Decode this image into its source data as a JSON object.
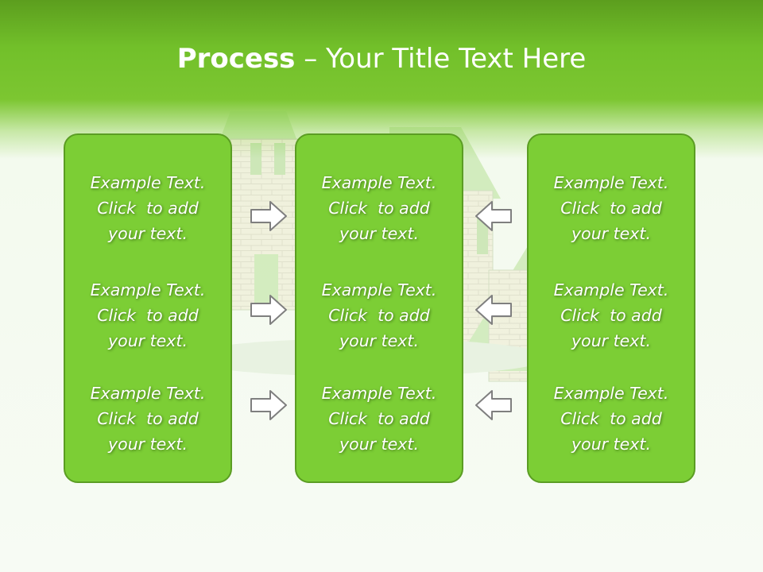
{
  "slide": {
    "title_bold": "Process",
    "title_rest": " – Your Title Text Here"
  },
  "panels": [
    {
      "items": [
        {
          "lines": [
            "Example Text.",
            "Click  to add",
            "your text."
          ]
        },
        {
          "lines": [
            "Example Text.",
            "Click  to add",
            "your text."
          ]
        },
        {
          "lines": [
            "Example Text.",
            "Click  to add",
            "your text."
          ]
        }
      ]
    },
    {
      "items": [
        {
          "lines": [
            "Example Text.",
            "Click  to add",
            "your text."
          ]
        },
        {
          "lines": [
            "Example Text.",
            "Click  to add",
            "your text."
          ]
        },
        {
          "lines": [
            "Example Text.",
            "Click  to add",
            "your text."
          ]
        }
      ]
    },
    {
      "items": [
        {
          "lines": [
            "Example Text.",
            "Click  to add",
            "your text."
          ]
        },
        {
          "lines": [
            "Example Text.",
            "Click  to add",
            "your text."
          ]
        },
        {
          "lines": [
            "Example Text.",
            "Click  to add",
            "your text."
          ]
        }
      ]
    }
  ],
  "arrows": {
    "left_column": [
      "right-arrow-icon",
      "right-arrow-icon",
      "right-arrow-icon"
    ],
    "right_column": [
      "left-arrow-icon",
      "left-arrow-icon",
      "left-arrow-icon"
    ]
  },
  "colors": {
    "header_green": "#72c02a",
    "panel_fill": "#7cce35",
    "panel_border": "#5b9d23",
    "arrow_fill": "#ffffff",
    "arrow_stroke": "#7f7f7f"
  }
}
